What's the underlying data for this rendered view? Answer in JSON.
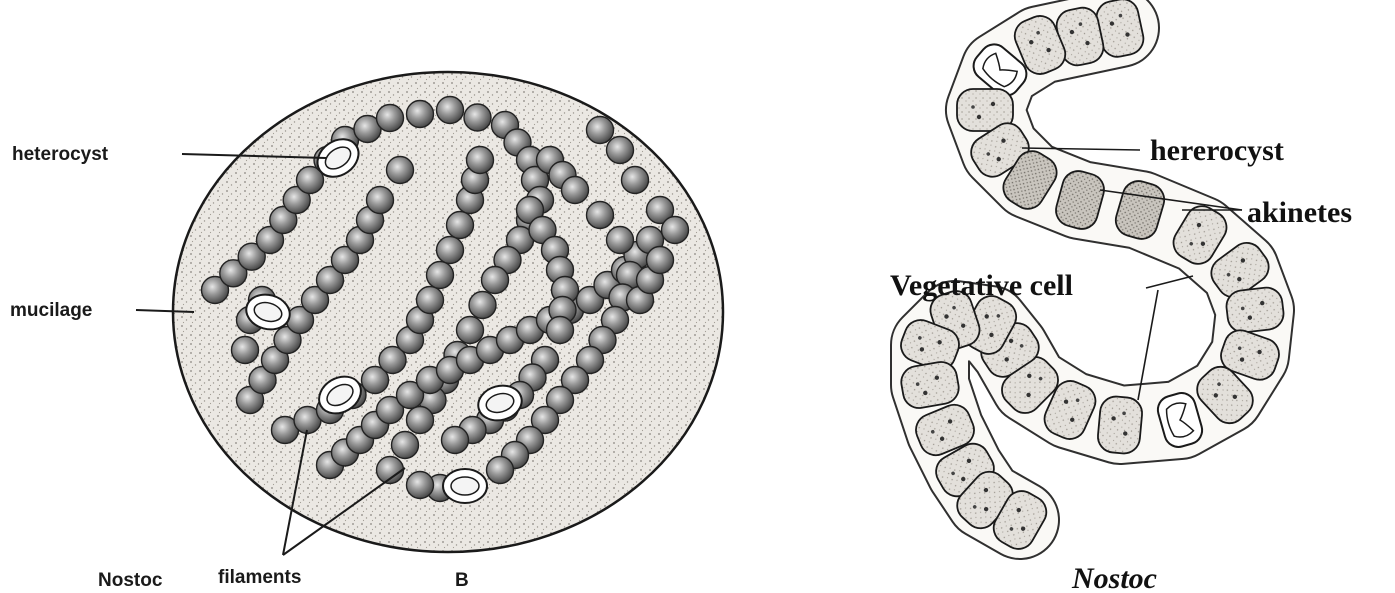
{
  "left_figure": {
    "labels": {
      "heterocyst": "heterocyst",
      "mucilage": "mucilage",
      "nostoc": "Nostoc",
      "filaments": "filaments",
      "panel": "B"
    }
  },
  "right_figure": {
    "labels": {
      "heterocyst": "hererocyst",
      "akinetes": "akinetes",
      "vegetative_cell": "Vegetative cell"
    },
    "caption": "Nostoc"
  },
  "colors": {
    "ink": "#1a1a1a",
    "colony_fill": "#e9e6e0",
    "bead_fill": "#8c8c8c",
    "cell_fill": "#dedbd6",
    "akinete_fill": "#bdb9b2"
  }
}
